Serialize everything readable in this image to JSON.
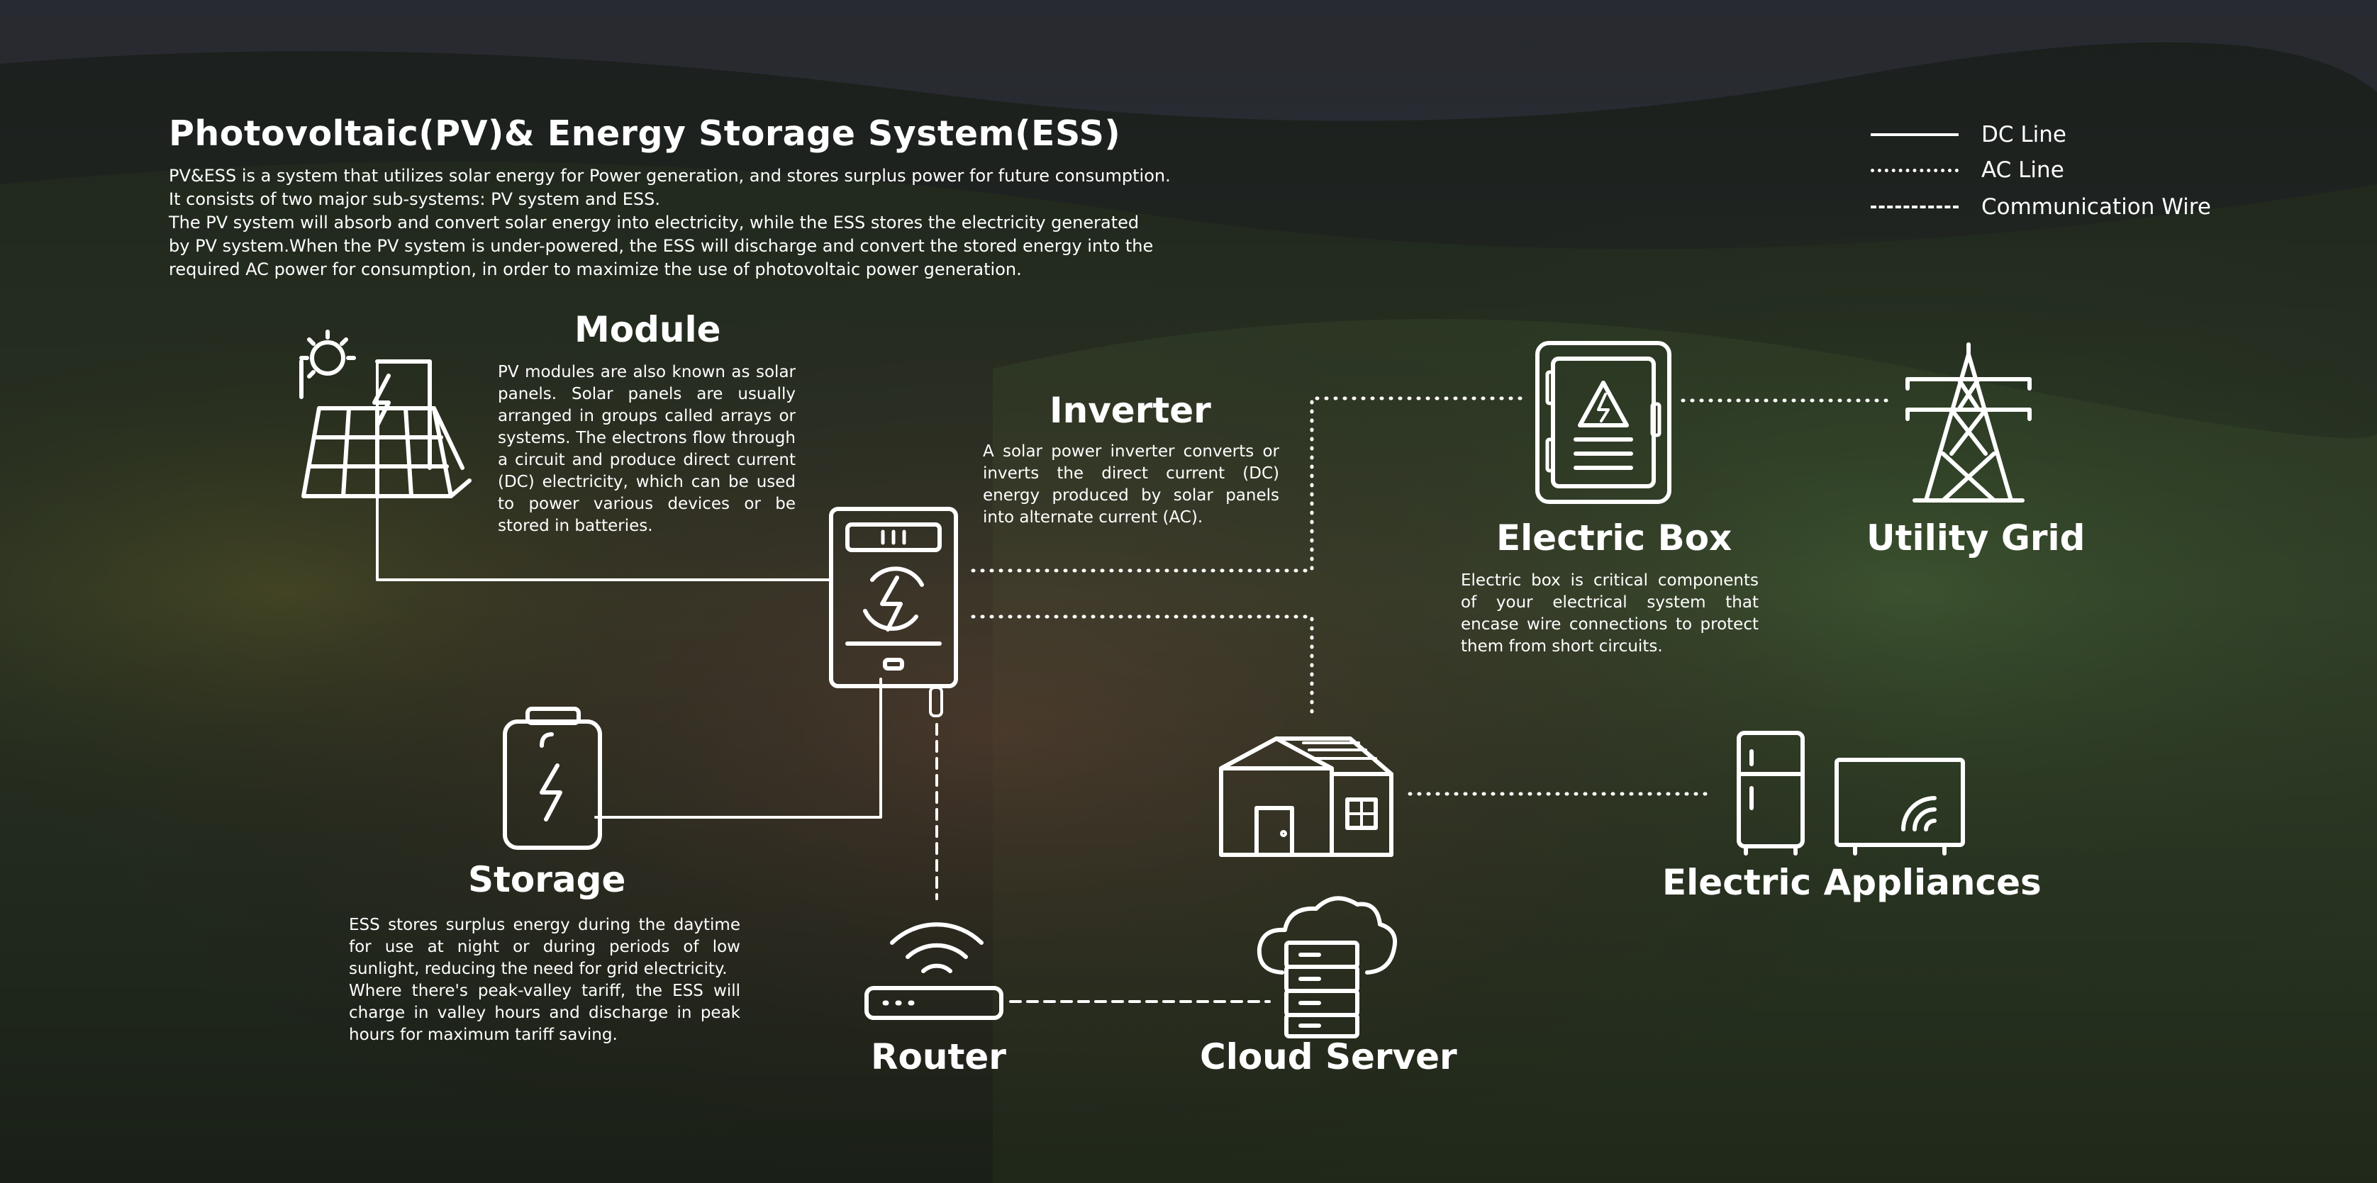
{
  "title": "Photovoltaic(PV)& Energy Storage System(ESS)",
  "intro": [
    "PV&ESS is a system that utilizes solar energy for Power generation, and stores surplus power for future consumption.",
    "It consists of two major sub-systems: PV system and ESS.",
    "The PV system will absorb and convert solar energy  into electricity, while the ESS  stores the electricity generated",
    "by PV system.When the PV system is under-powered, the ESS will discharge and convert the stored energy into the",
    "required AC power for consumption, in order to maximize the use of photovoltaic power generation."
  ],
  "legend": {
    "dc": "DC Line",
    "ac": "AC Line",
    "comm": "Communication Wire"
  },
  "module": {
    "title": "Module",
    "desc": "PV modules are also known as solar panels. Solar panels are usually arranged in groups called arrays or systems. The electrons flow through a circuit and produce direct current (DC) electricity, which can be used to power various devices or be stored in batteries."
  },
  "inverter": {
    "title": "Inverter",
    "desc": "A solar power inverter converts or inverts the direct current (DC) energy produced by solar panels into alternate current (AC)."
  },
  "electric_box": {
    "title": "Electric Box",
    "desc": "Electric box is critical components of your electrical system that encase wire connections to protect them from short circuits."
  },
  "utility_grid": {
    "title": "Utility Grid"
  },
  "storage": {
    "title": "Storage",
    "desc_1": "ESS stores surplus energy during the daytime for use at night or during periods of low sunlight, reducing the need for grid electricity.",
    "desc_2": "Where there's peak-valley tariff, the ESS will charge in valley hours and discharge in peak hours for maximum tariff saving."
  },
  "electric_appliances": {
    "title": "Electric Appliances"
  },
  "router": {
    "title": "Router"
  },
  "cloud_server": {
    "title": "Cloud Server"
  },
  "colors": {
    "line": "#ffffff",
    "background_dark": "#1f2320"
  }
}
